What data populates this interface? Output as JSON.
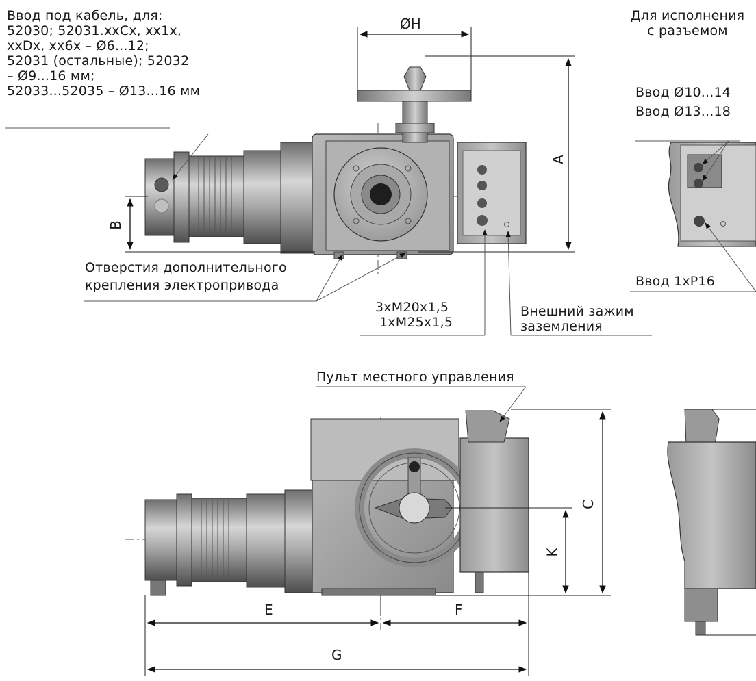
{
  "top_view": {
    "cable_entry": {
      "lines": [
        "Ввод под кабель, для:",
        "52030; 52031.ххСх, хх1х,",
        "ххDх, хх6х – Ø6...12;",
        "52031 (остальные); 52032",
        "– Ø9...16 мм;",
        "52033...52035 – Ø13...16 мм"
      ]
    },
    "dim_h": "ØH",
    "dim_a": "A",
    "dim_b": "B",
    "mounting_holes": [
      "Отверстия дополнительного",
      "крепления электропривода"
    ],
    "threads": [
      "3хМ20х1,5",
      "1хМ25х1,5"
    ],
    "ground_clamp": [
      "Внешний зажим",
      "заземления"
    ]
  },
  "connector_variant": {
    "title": [
      "Для исполнения",
      "с разъемом"
    ],
    "entries": [
      "Ввод Ø10...14",
      "Ввод Ø13...18"
    ],
    "entry_p16": "Ввод 1хР16"
  },
  "front_view": {
    "local_control_panel": "Пульт местного управления",
    "dim_c": "C",
    "dim_k": "K",
    "dim_e": "E",
    "dim_f": "F",
    "dim_g": "G"
  }
}
